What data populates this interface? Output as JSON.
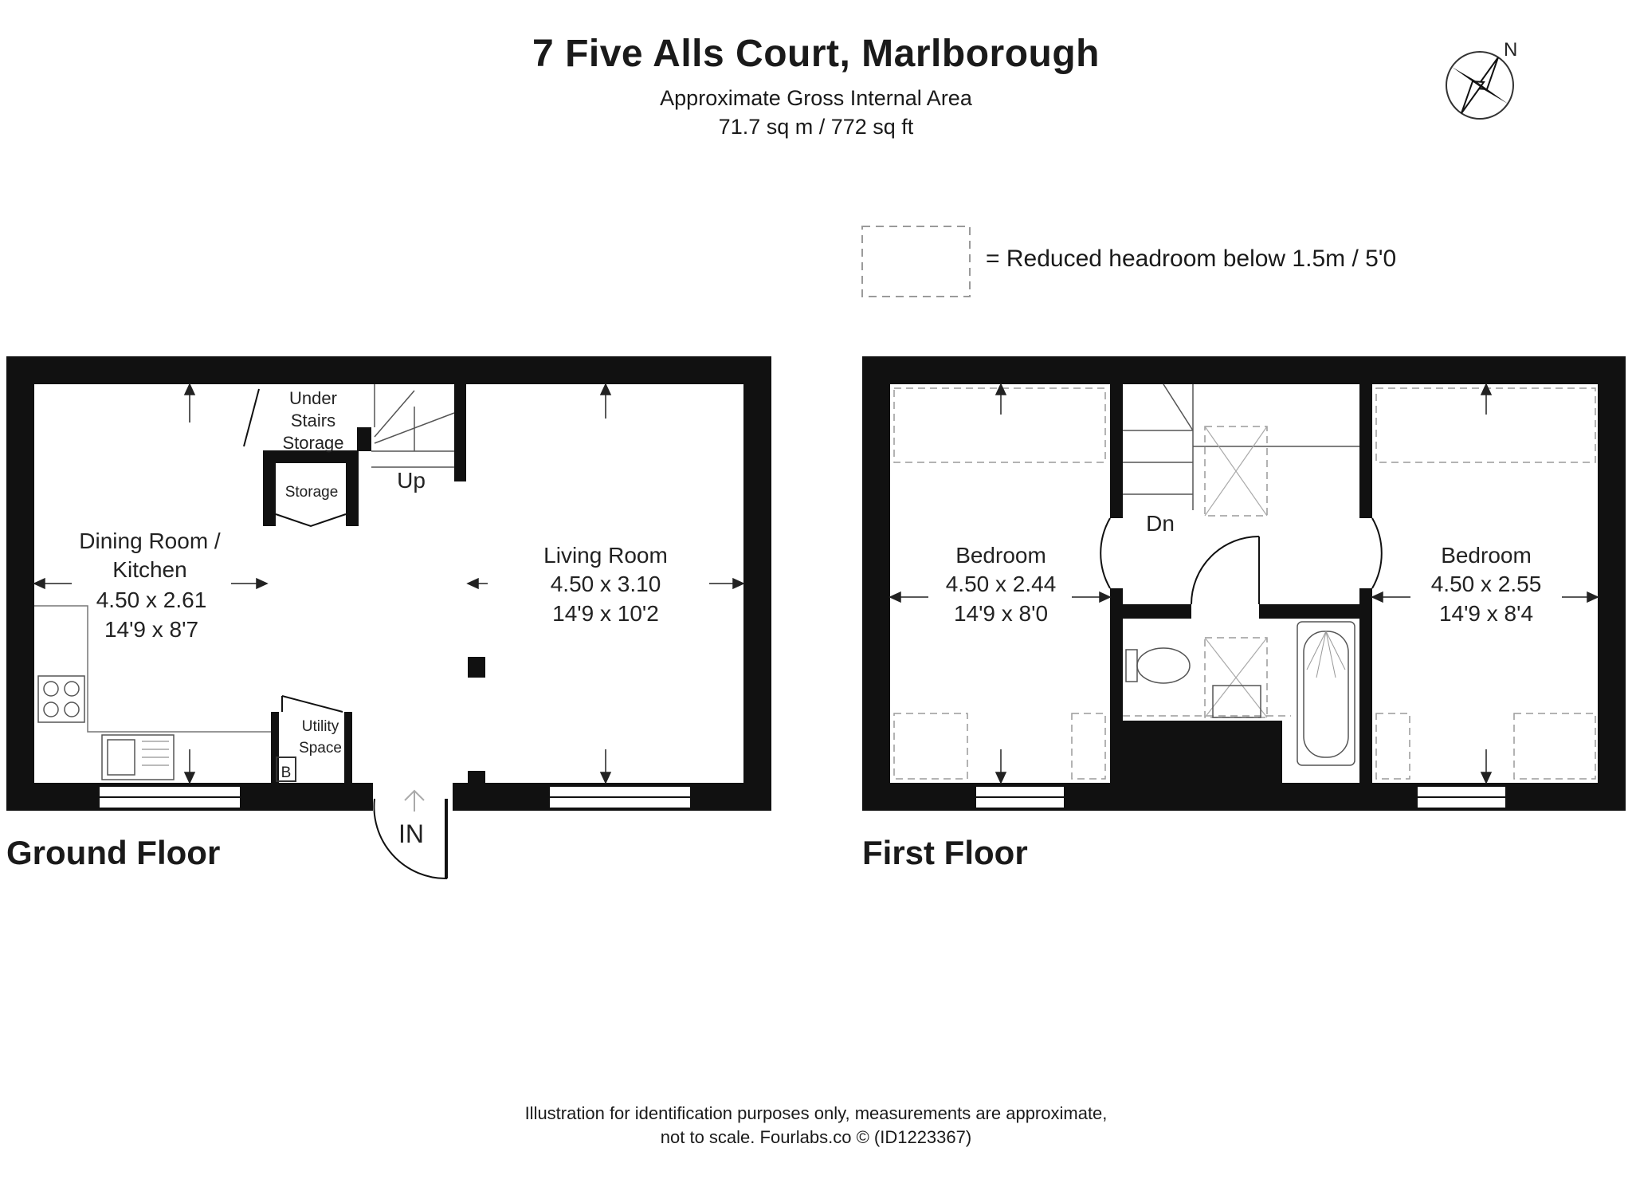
{
  "header": {
    "title": "7 Five Alls Court, Marlborough",
    "area_label": "Approximate Gross Internal Area",
    "area_value": "71.7 sq m / 772 sq ft",
    "compass_letter": "N"
  },
  "legend": {
    "text": "= Reduced headroom below 1.5m / 5'0"
  },
  "ground_floor": {
    "name": "Ground Floor",
    "dining": {
      "line1": "Dining Room /",
      "line2": "Kitchen",
      "metric": "4.50 x 2.61",
      "imperial": "14'9 x 8'7"
    },
    "living": {
      "line1": "Living Room",
      "metric": "4.50 x 3.10",
      "imperial": "14'9 x 10'2"
    },
    "under_stairs": {
      "line1": "Under",
      "line2": "Stairs",
      "line3": "Storage"
    },
    "storage": "Storage",
    "utility": {
      "line1": "Utility",
      "line2": "Space"
    },
    "boiler": "B",
    "stairs": "Up",
    "entrance": "IN"
  },
  "first_floor": {
    "name": "First Floor",
    "bedroom_left": {
      "name": "Bedroom",
      "metric": "4.50 x 2.44",
      "imperial": "14'9 x 8'0"
    },
    "bedroom_right": {
      "name": "Bedroom",
      "metric": "4.50 x 2.55",
      "imperial": "14'9 x 8'4"
    },
    "stairs": "Dn"
  },
  "footer": {
    "line1": "Illustration for identification purposes only, measurements are approximate,",
    "line2": "not to scale. Fourlabs.co © (ID1223367)"
  },
  "colors": {
    "wall": "#111111",
    "dashed": "#9a9a9a",
    "fixture": "#666666"
  }
}
